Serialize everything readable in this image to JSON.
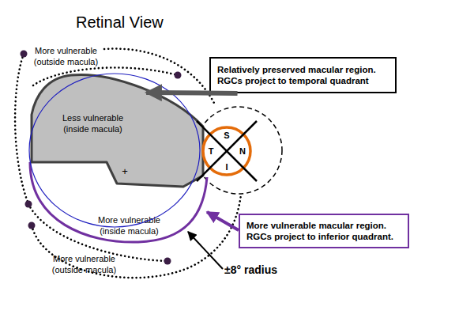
{
  "diagram": {
    "title": "Retinal View",
    "nodes": [
      {
        "text": [
          "Relatively preserved macular region. RGCs project to temporal quadrant"
        ]
      },
      {
        "text": [
          "Less vulnerable (inside macula)"
        ]
      },
      {
        "text": [
          "S",
          "T",
          "N",
          "I"
        ]
      },
      {
        "text": [
          "More vulnerable macular region. RGCs project to inferior quadrant."
        ]
      }
    ],
    "edges": [
      {
        "from": 0,
        "to": 1,
        "arrow": "to"
      }
    ],
    "labels": [
      "More vulnerable (outside macula)",
      "+",
      "More vulnerable (inside macula)",
      "More vulnerable (outside macula)",
      "±8° radius"
    ]
  }
}
